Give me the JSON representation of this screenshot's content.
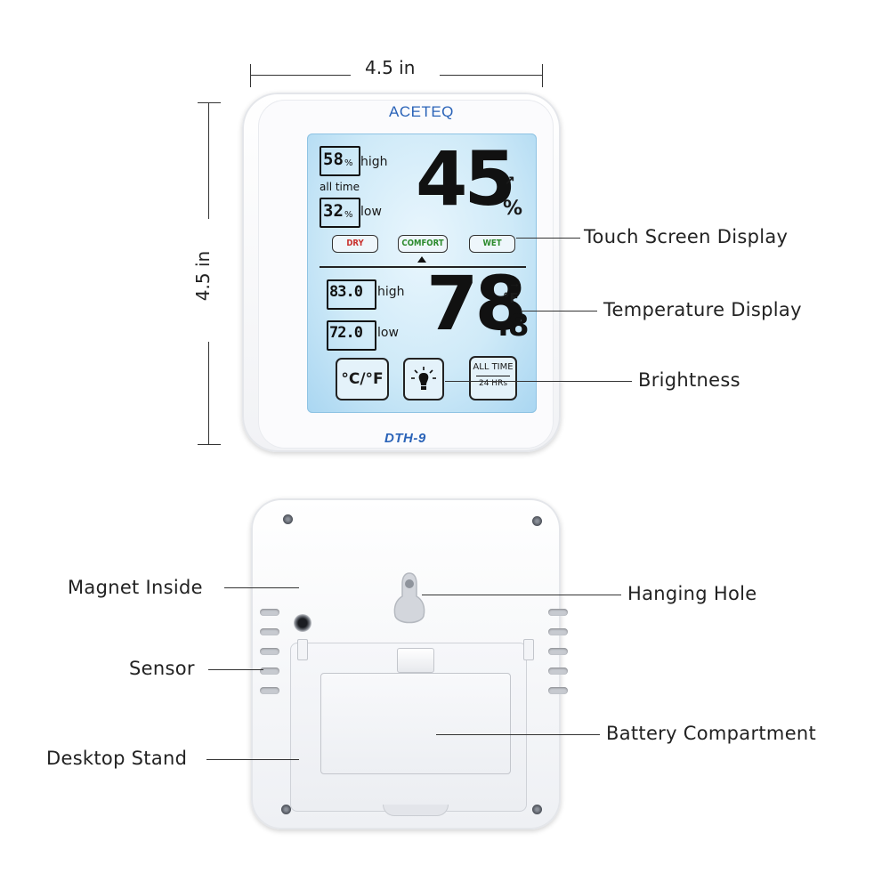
{
  "dimensions": {
    "width": "4.5 in",
    "height": "4.5 in"
  },
  "device": {
    "brand": "ACETEQ",
    "model": "DTH-9",
    "humidity": {
      "current": "45",
      "unit": "%",
      "high": "58",
      "low": "32",
      "high_label": "high",
      "low_label": "low",
      "all_time_label": "all time",
      "pct": "%"
    },
    "comfort": {
      "dry": "DRY",
      "comfort": "COMFORT",
      "wet": "WET"
    },
    "temperature": {
      "current_int": "78",
      "current_dec": ".8",
      "unit": "°F",
      "high": "83.0",
      "low": "72.0",
      "high_label": "high",
      "low_label": "low",
      "deg_f": "°F"
    },
    "buttons": {
      "unit_toggle": "°C/°F",
      "all_time": "ALL TIME",
      "24hrs": "24 HRs"
    }
  },
  "callouts": {
    "touch_screen": "Touch Screen Display",
    "temperature": "Temperature Display",
    "brightness": "Brightness",
    "magnet": "Magnet Inside",
    "sensor": "Sensor",
    "stand": "Desktop Stand",
    "hanging": "Hanging Hole",
    "battery": "Battery Compartment"
  }
}
